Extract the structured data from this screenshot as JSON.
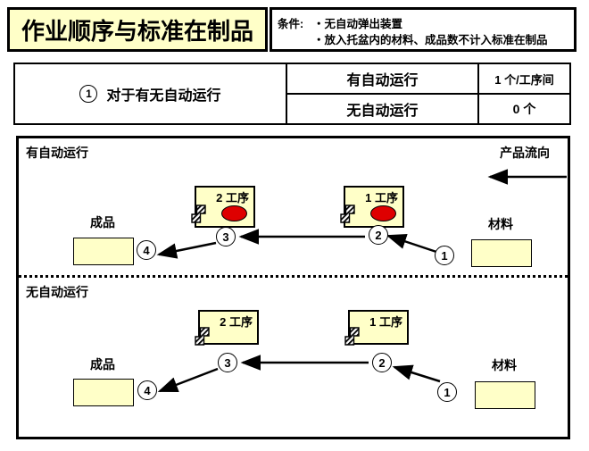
{
  "colors": {
    "highlight_yellow": "#FFFFC8",
    "indicator_red": "#DE0000"
  },
  "header": {
    "title": "作业顺序与标准在制品",
    "conditions_label": "条件:",
    "condition_1": "・无自动弹出装置",
    "condition_2": "・放入托盆内的材料、成品数不计入标准在制品"
  },
  "table": {
    "row_number": "1",
    "row_label": "对于有无自动运行",
    "rows": [
      {
        "condition": "有自动运行",
        "value": "1 个/工序间"
      },
      {
        "condition": "无自动运行",
        "value": "0 个"
      }
    ]
  },
  "diagram": {
    "flow_label": "产品流向",
    "auto": {
      "label": "有自动运行",
      "process_2": "2 工序",
      "process_1": "1 工序",
      "finished_label": "成品",
      "material_label": "材料",
      "step_1": "1",
      "step_2": "2",
      "step_3": "3",
      "step_4": "4"
    },
    "manual": {
      "label": "无自动运行",
      "process_2": "2 工序",
      "process_1": "1 工序",
      "finished_label": "成品",
      "material_label": "材料",
      "step_1": "1",
      "step_2": "2",
      "step_3": "3",
      "step_4": "4"
    }
  }
}
